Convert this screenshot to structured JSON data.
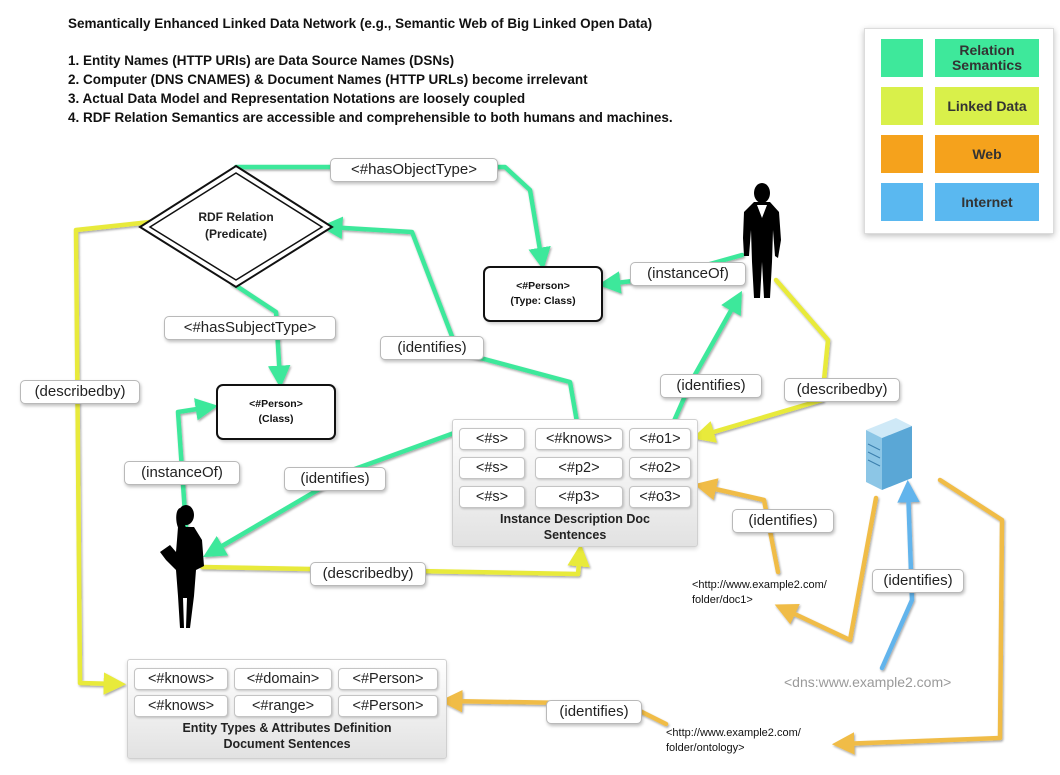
{
  "header": {
    "title": "Semantically Enhanced Linked Data Network (e.g., Semantic Web of Big Linked Open Data)",
    "points": [
      "1. Entity Names (HTTP URIs) are Data Source Names (DSNs)",
      "2. Computer (DNS CNAMES) & Document Names (HTTP URLs) become irrelevant",
      "3. Actual Data Model and Representation Notations are loosely coupled",
      "4. RDF Relation Semantics are accessible and comprehensible to both humans and machines."
    ]
  },
  "legend": {
    "items": [
      {
        "label": "Relation Semantics",
        "color": "#3ee89b"
      },
      {
        "label": "Linked Data",
        "color": "#d9f04a"
      },
      {
        "label": "Web",
        "color": "#f5a21c"
      },
      {
        "label": "Internet",
        "color": "#5ab8f0"
      }
    ]
  },
  "colors": {
    "relation": "#3ee89b",
    "linked_data": "#e8ea3a",
    "web": "#f0bc46",
    "internet": "#62b4ec"
  },
  "diamond": {
    "line1": "RDF Relation",
    "line2": "(Predicate)"
  },
  "class_boxes": {
    "person_type": {
      "line1": "<#Person>",
      "line2": "(Type: Class)"
    },
    "person_class": {
      "line1": "<#Person>",
      "line2": "(Class)"
    }
  },
  "edge_labels": {
    "has_object_type": "<#hasObjectType>",
    "has_subject_type": "<#hasSubjectType>",
    "instance_of_man": "(instanceOf)",
    "instance_of_woman": "(instanceOf)",
    "identifies_predicate": "(identifies)",
    "identifies_man": "(identifies)",
    "identifies_woman": "(identifies)",
    "identifies_doc1": "(identifies)",
    "identifies_server": "(identifies)",
    "identifies_ontology": "(identifies)",
    "describedby_left": "(describedby)",
    "describedby_man": "(describedby)",
    "describedby_woman": "(describedby)"
  },
  "instance_doc": {
    "rows": [
      [
        "<#s>",
        "<#knows>",
        "<#o1>"
      ],
      [
        "<#s>",
        "<#p2>",
        "<#o2>"
      ],
      [
        "<#s>",
        "<#p3>",
        "<#o3>"
      ]
    ],
    "caption_line1": "Instance Description Doc",
    "caption_line2": "Sentences"
  },
  "ontology_doc": {
    "rows": [
      [
        "<#knows>",
        "<#domain>",
        "<#Person>"
      ],
      [
        "<#knows>",
        "<#range>",
        "<#Person>"
      ]
    ],
    "caption_line1": "Entity Types & Attributes Definition",
    "caption_line2": "Document Sentences"
  },
  "urls": {
    "doc1_line1": "<http://www.example2.com/",
    "doc1_line2": "folder/doc1>",
    "ontology_line1": "<http://www.example2.com/",
    "ontology_line2": "folder/ontology>",
    "dns": "<dns:www.example2.com>"
  }
}
